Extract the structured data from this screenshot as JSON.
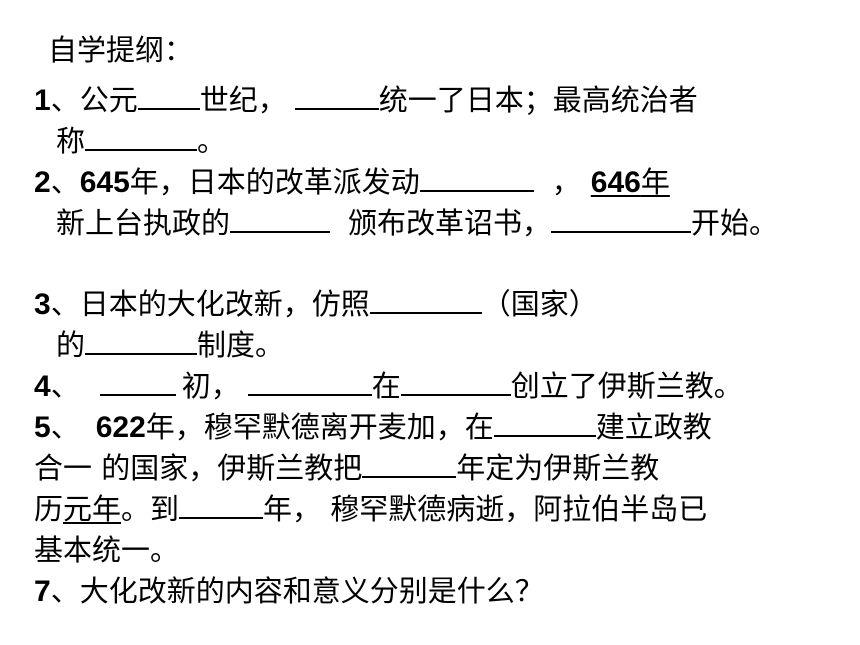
{
  "title": "自学提纲：",
  "q1": {
    "num": "1",
    "t1": "、公元",
    "t2": "世纪，",
    "t3": "统一了日本；最高统治者",
    "t4": "称",
    "t5": "。"
  },
  "q2": {
    "num": "2",
    "t1": "、",
    "year1": "645",
    "t2": "年，日本的改革派发动",
    "t3": "，",
    "year2": "646",
    "t4": "年",
    "t5": "新上台执政的",
    "t6": "颁布改革诏书，",
    "t7": "开始。"
  },
  "q3": {
    "num": "3",
    "t1": "、日本的大化改新，仿照",
    "t2": "（国家）",
    "t3": "的",
    "t4": "制度。"
  },
  "q4": {
    "num": "4",
    "t1": "、",
    "t2": "初，",
    "t3": "在",
    "t4": "创立了伊斯兰教。"
  },
  "q5": {
    "num": "5",
    "t1": "、",
    "year1": "622",
    "t2": "年，穆罕默德离开麦加，在",
    "t3": "建立政教",
    "t4": "合一  的国家，伊斯兰教把",
    "t5": "年定为伊斯兰教",
    "t6": "历",
    "t7": "元年",
    "t8": "。到",
    "t9": "年， 穆罕默德病逝，阿拉伯半岛已",
    "t10": "基本统一。"
  },
  "q7": {
    "num": "7",
    "t1": "、大化改新的内容和意义分别是什么？"
  }
}
